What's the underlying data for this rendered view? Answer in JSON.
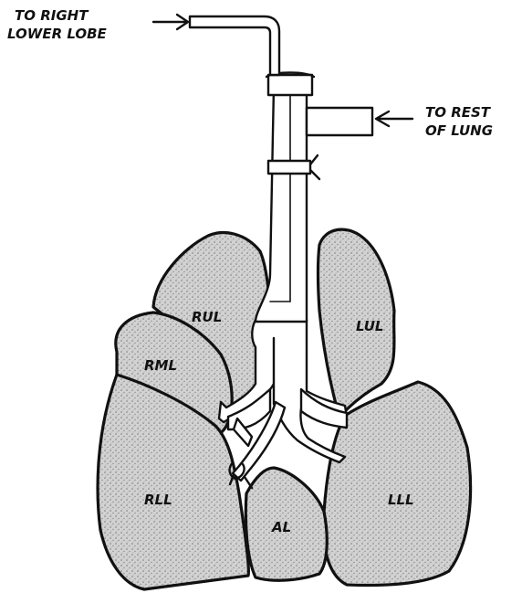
{
  "annotations": {
    "to_right_lower_lobe_line1": "TO RIGHT",
    "to_right_lower_lobe_line2": "LOWER LOBE",
    "to_rest_of_lung_line1": "TO REST",
    "to_rest_of_lung_line2": "OF LUNG"
  },
  "lobes": {
    "rul": "RUL",
    "rml": "RML",
    "rll": "RLL",
    "lul": "LUL",
    "lll": "LLL",
    "al": "AL"
  },
  "colors": {
    "ink": "#111111",
    "lobe_fill": "#cfcfcf",
    "background": "#ffffff"
  }
}
